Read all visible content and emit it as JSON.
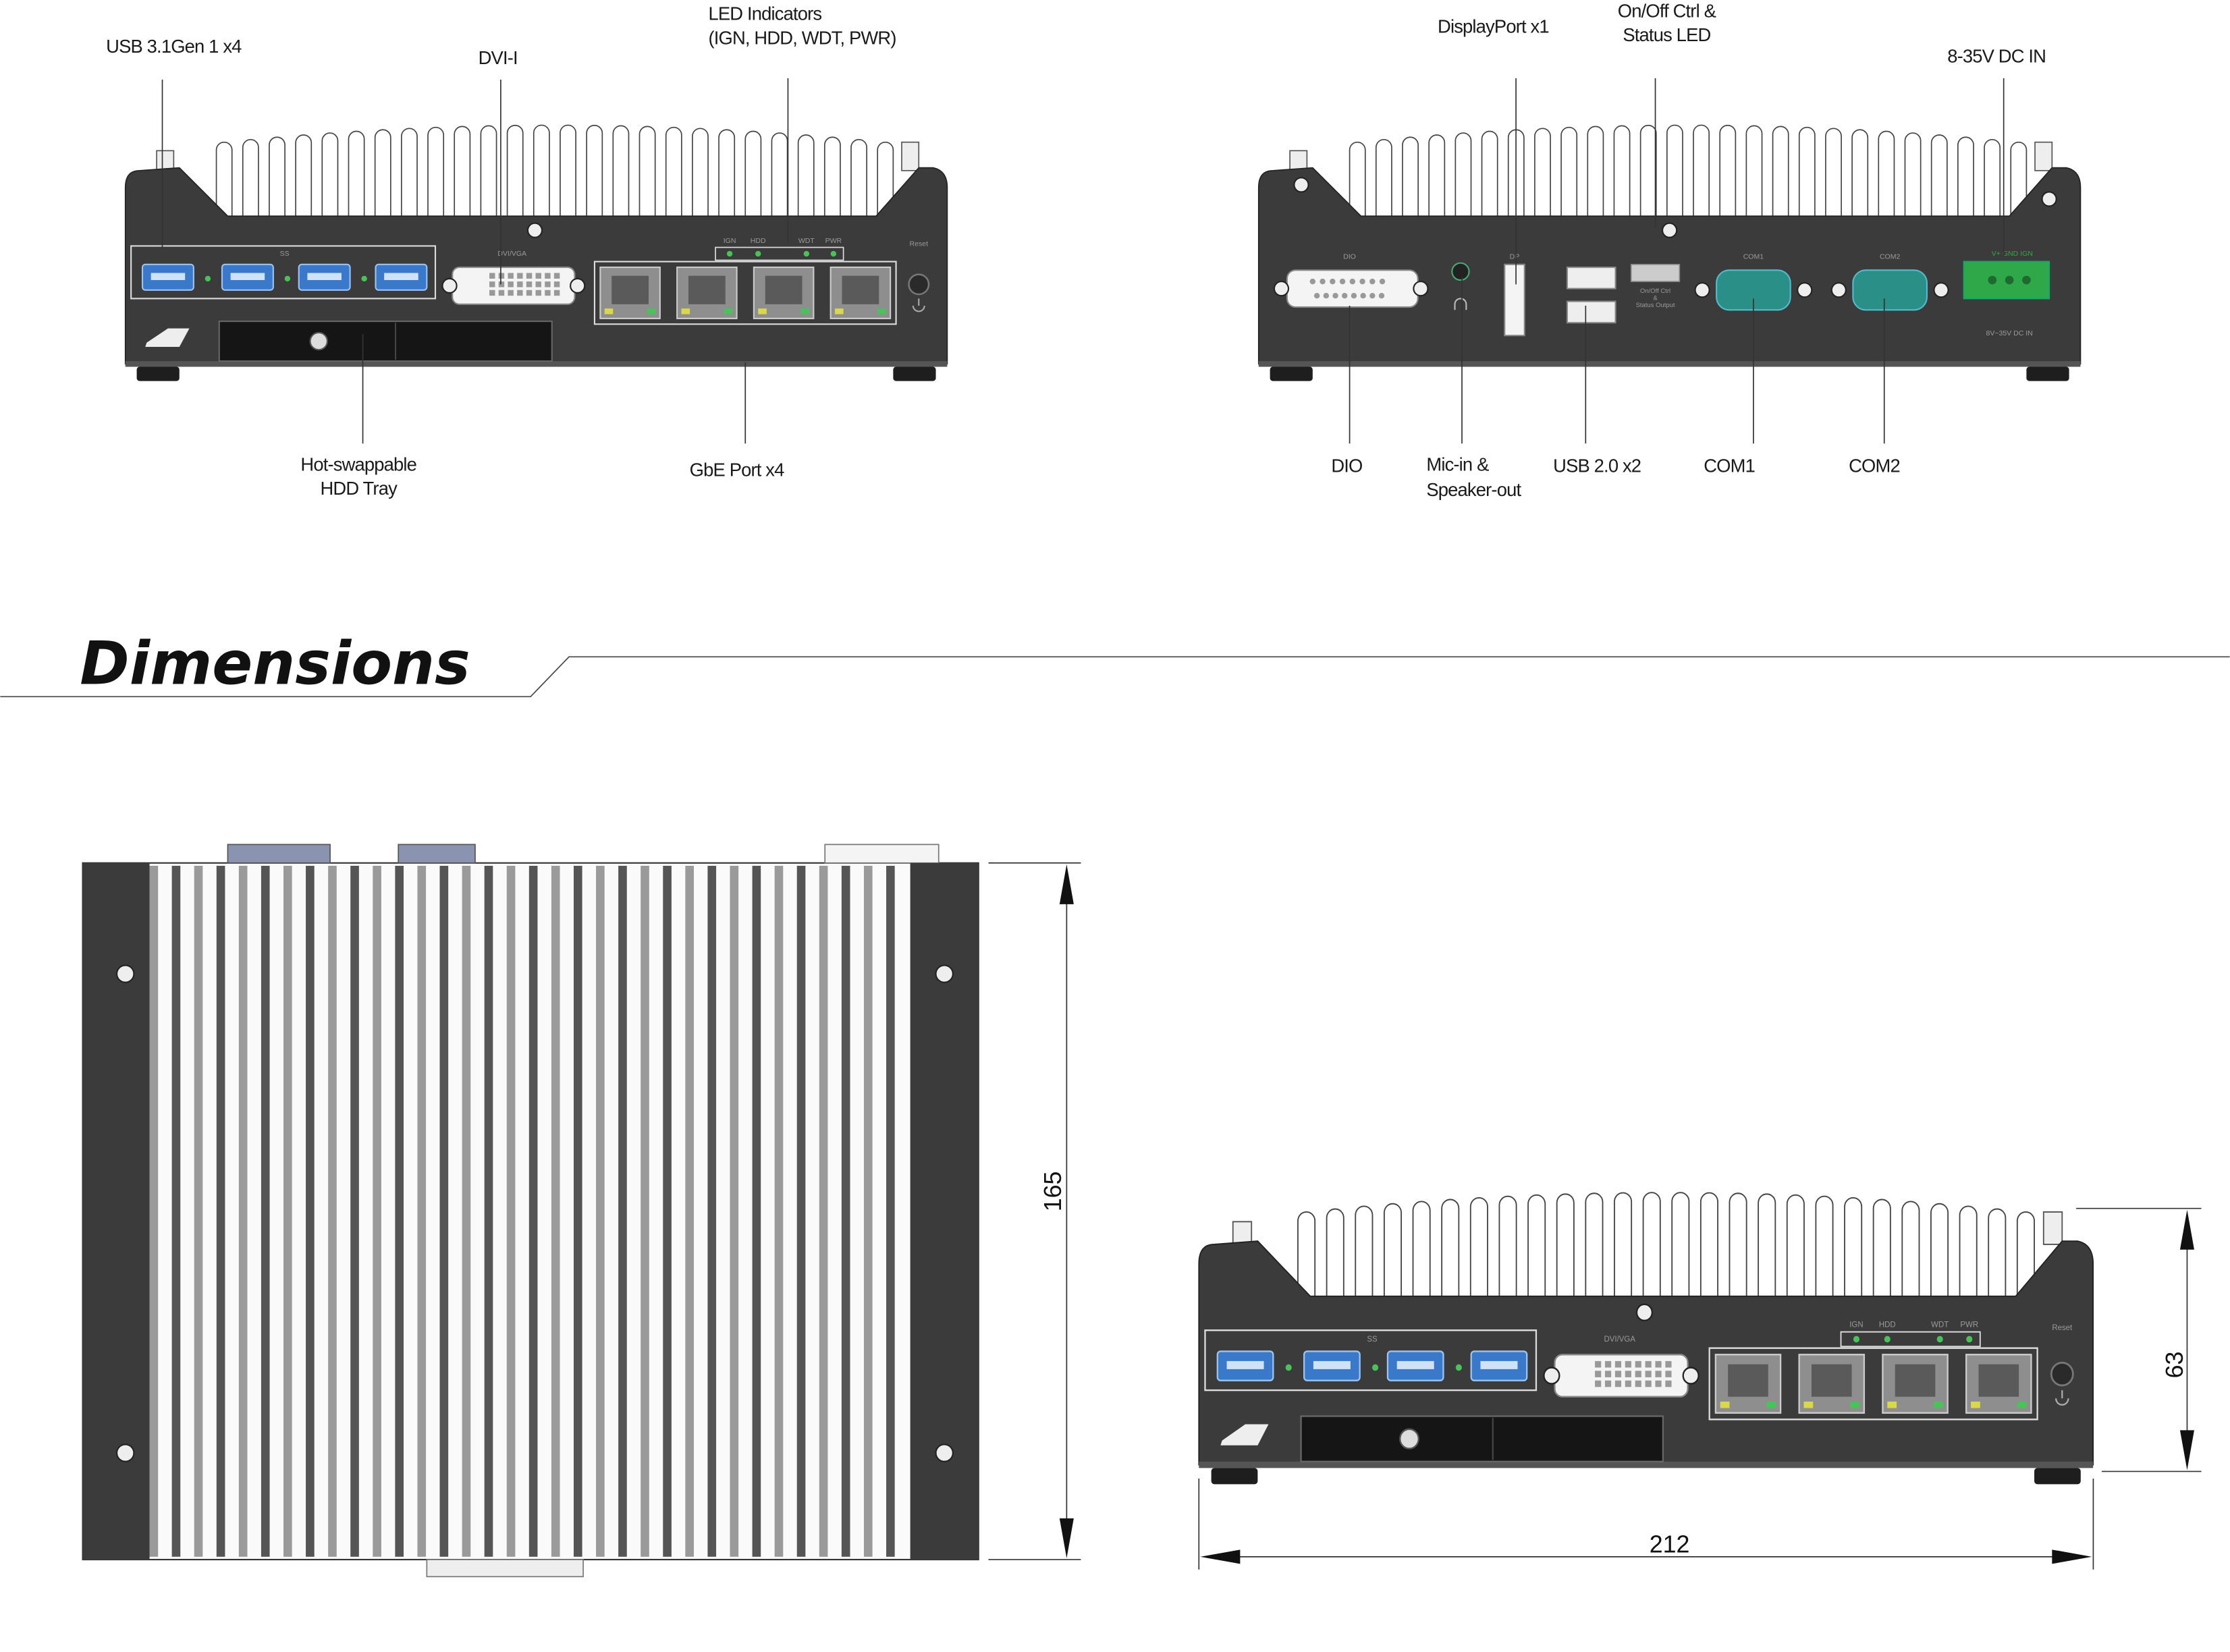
{
  "front_callouts": {
    "usb": "USB 3.1Gen 1 x4",
    "dvi": "DVI-I",
    "led_line1": "LED Indicators",
    "led_line2": "(IGN, HDD, WDT, PWR)",
    "hdd_line1": "Hot-swappable",
    "hdd_line2": "HDD Tray",
    "gbe": "GbE Port x4"
  },
  "rear_callouts": {
    "dp": "DisplayPort x1",
    "onoff_line1": "On/Off Ctrl &",
    "onoff_line2": "Status LED",
    "dcin": "8-35V DC IN",
    "dio": "DIO",
    "mic_line1": "Mic-in &",
    "mic_line2": "Speaker-out",
    "usb2": "USB 2.0 x2",
    "com1": "COM1",
    "com2": "COM2"
  },
  "panel_markings": {
    "ss": "SS",
    "dvi_vga": "DVI/VGA",
    "ign": "IGN",
    "hdd": "HDD",
    "wdt": "WDT",
    "pwr": "PWR",
    "reset": "Reset",
    "dio": "DIO",
    "dp": "DP",
    "com1": "COM1",
    "com2": "COM2",
    "terminal": "V+ GND IGN",
    "dc_in": "8V~35V DC IN",
    "onoff_1": "On/Off Ctrl",
    "onoff_2": "&",
    "onoff_3": "Status Output"
  },
  "section": {
    "title": "Dimensions"
  },
  "dimensions": {
    "depth": "165",
    "height": "63",
    "width": "212"
  },
  "colors": {
    "chassis": "#3b3b3b",
    "usb3_blue": "#3a78c9",
    "com_teal": "#2a8f86",
    "terminal_green": "#2fa84a",
    "led_green": "#49c25a",
    "led_yellow": "#d8d84a"
  }
}
